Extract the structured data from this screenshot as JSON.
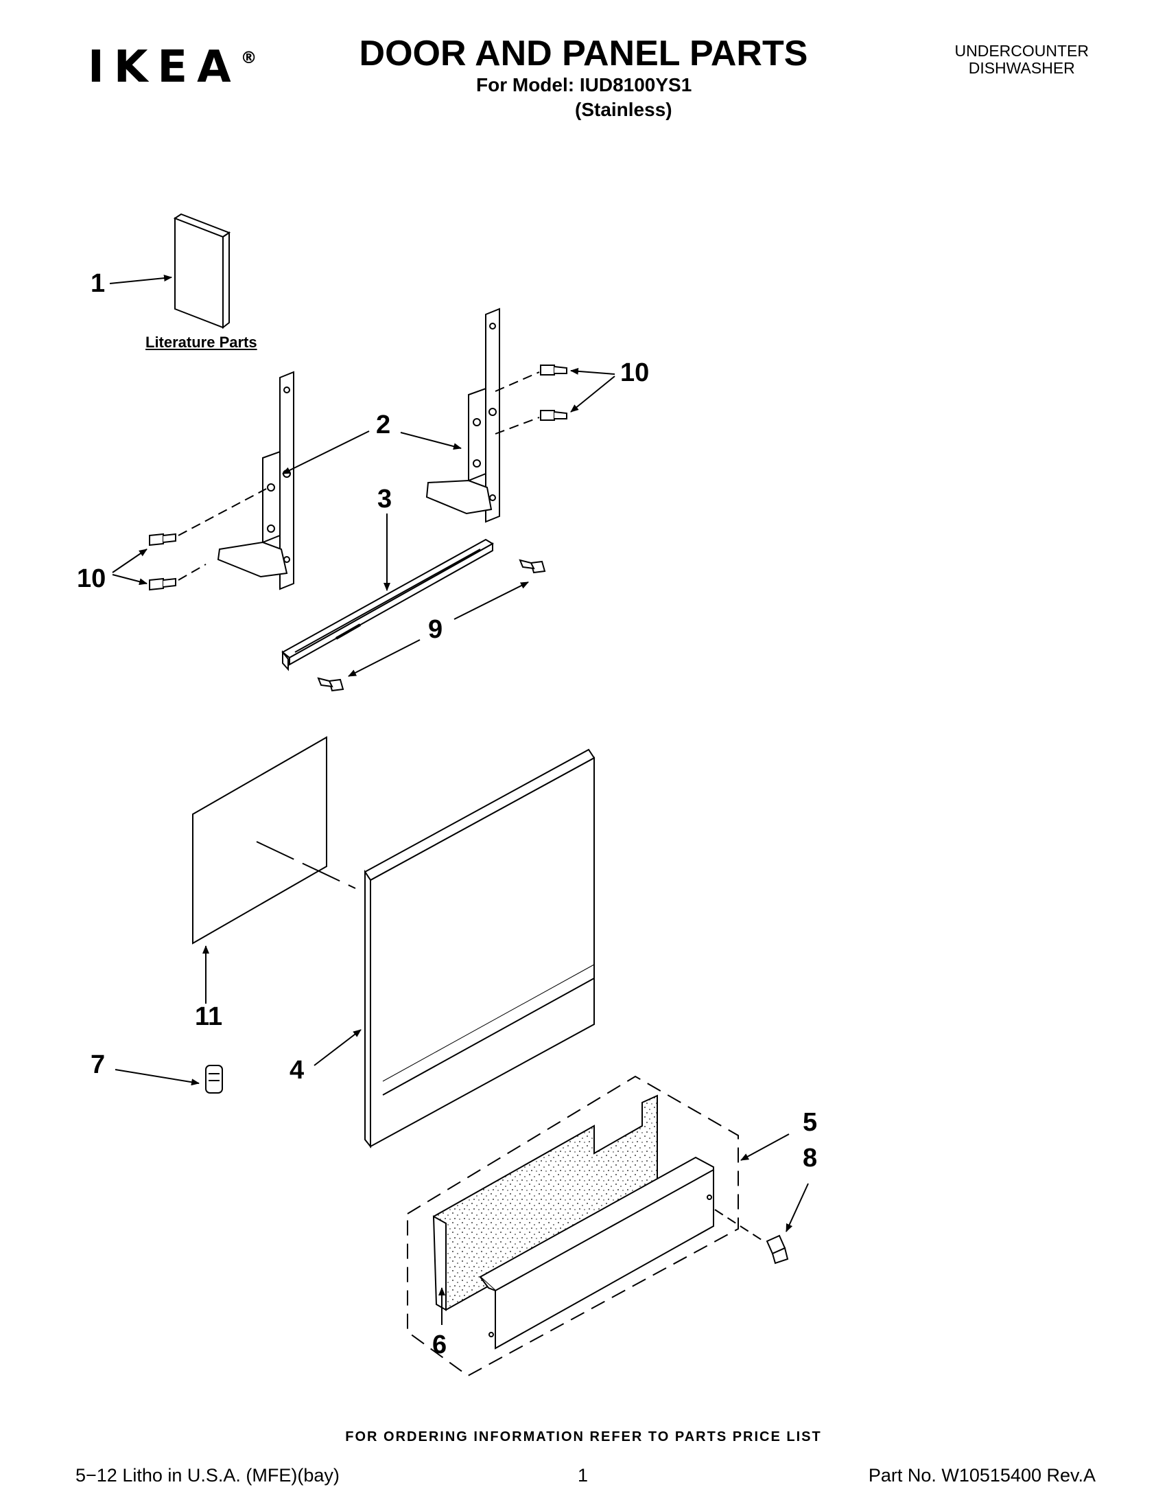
{
  "header": {
    "brand": "IKEA",
    "brand_mark": "®",
    "title": "DOOR AND PANEL PARTS",
    "model_line": "For Model: IUD8100YS1",
    "finish": "(Stainless)",
    "category_line1": "UNDERCOUNTER",
    "category_line2": "DISHWASHER"
  },
  "diagram": {
    "literature_label": "Literature Parts",
    "callouts": {
      "c1": "1",
      "c2": "2",
      "c3": "3",
      "c4": "4",
      "c5": "5",
      "c6": "6",
      "c7": "7",
      "c8": "8",
      "c9": "9",
      "c10a": "10",
      "c10b": "10",
      "c11": "11"
    }
  },
  "footer": {
    "ordering_note": "FOR ORDERING INFORMATION REFER TO PARTS PRICE LIST",
    "litho": "5−12 Litho in U.S.A. (MFE)(bay)",
    "page_number": "1",
    "part_number": "Part No. W10515400 Rev.A"
  }
}
